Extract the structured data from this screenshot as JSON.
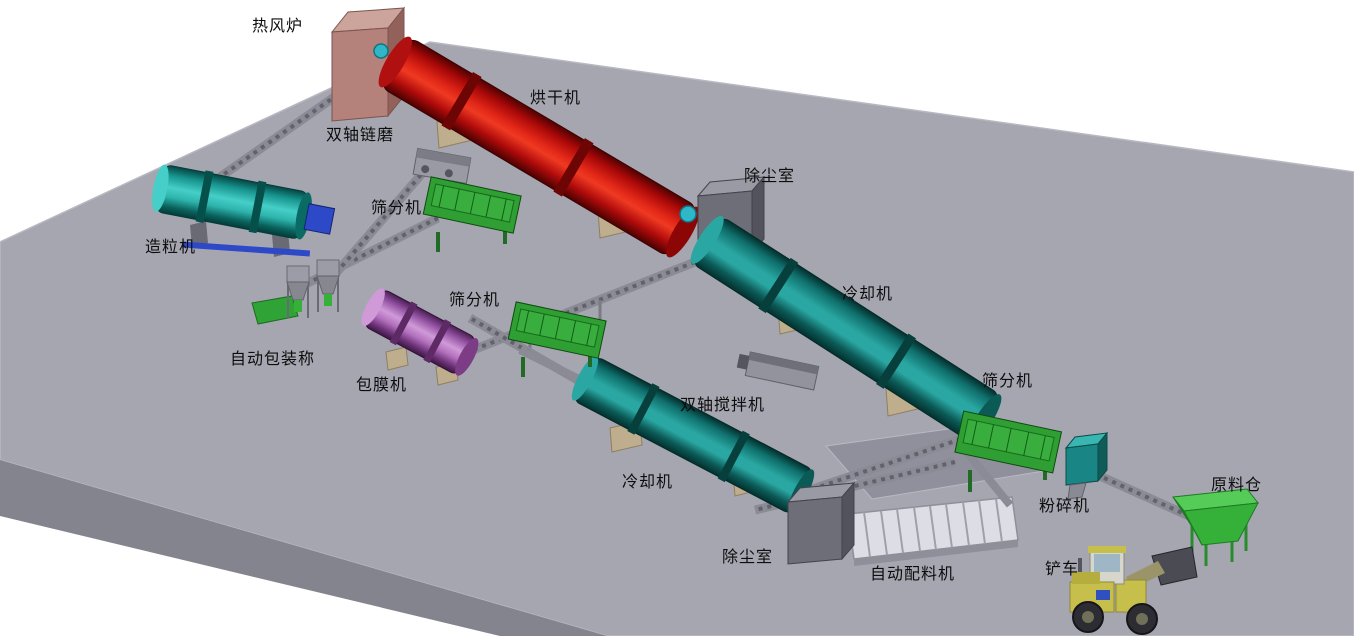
{
  "scene": {
    "kind": "3d-factory-layout-render"
  },
  "labels": [
    {
      "id": "hot-air-furnace",
      "text": "热风炉"
    },
    {
      "id": "dryer",
      "text": "烘干机"
    },
    {
      "id": "chain-mill",
      "text": "双轴链磨"
    },
    {
      "id": "screen-1",
      "text": "筛分机"
    },
    {
      "id": "dust-room-1",
      "text": "除尘室"
    },
    {
      "id": "granulator",
      "text": "造粒机"
    },
    {
      "id": "screen-2",
      "text": "筛分机"
    },
    {
      "id": "cooler-1",
      "text": "冷却机"
    },
    {
      "id": "packing-scale",
      "text": "自动包装称"
    },
    {
      "id": "coating-machine",
      "text": "包膜机"
    },
    {
      "id": "mixer",
      "text": "双轴搅拌机"
    },
    {
      "id": "screen-3",
      "text": "筛分机"
    },
    {
      "id": "cooler-2",
      "text": "冷却机"
    },
    {
      "id": "crusher",
      "text": "粉碎机"
    },
    {
      "id": "raw-material-bin",
      "text": "原料仓"
    },
    {
      "id": "dust-room-2",
      "text": "除尘室"
    },
    {
      "id": "batching-machine",
      "text": "自动配料机"
    },
    {
      "id": "loader",
      "text": "铲车"
    }
  ],
  "colors": {
    "background": "#ffffff",
    "floor_top": "#a6a6b1",
    "floor_side": "#84848f",
    "dryer_red": "#d01010",
    "cooler_teal": "#1a8585",
    "granulator_teal": "#22b0aa",
    "screen_green": "#2f9e33",
    "coating_pink": "#c77fd0",
    "furnace_pink": "#b4827a",
    "dust_gray": "#6e6e78",
    "hopper_green": "#35b13a",
    "loader_yellow": "#c6bf4c",
    "conveyor_gray": "#8b8b95",
    "support_tan": "#bfae8e",
    "pipe_cyan": "#2fb7c7",
    "label_text": "#0d0d0d"
  }
}
